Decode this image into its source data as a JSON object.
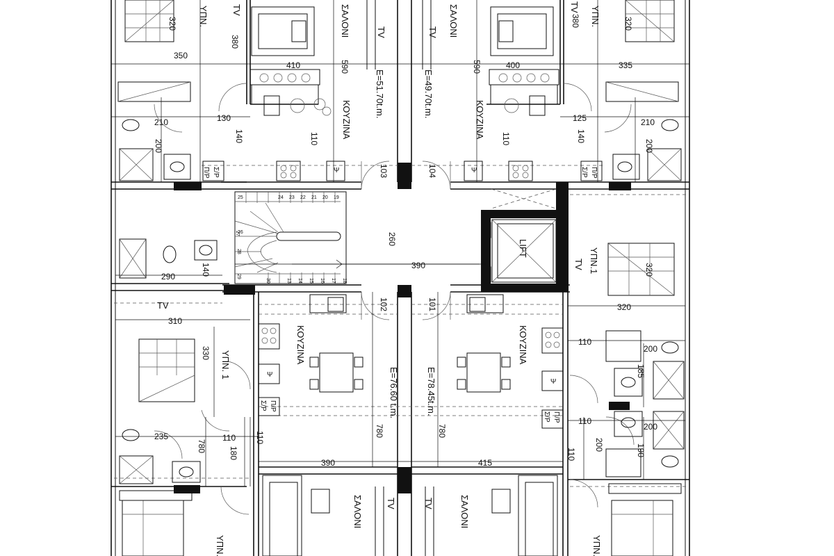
{
  "rooms": {
    "saloni": "ΣΑΛΟΝΙ",
    "kouzina": "ΚΟΥΖΙΝΑ",
    "ypn": "ΥΠΝ.",
    "ypn1": "ΥΠΝ.1",
    "ypn_1": "ΥΠΝ. 1",
    "tv": "TV",
    "lift": "LIFT",
    "pr": "Π/Ρ",
    "sr": "Σ/Ρ",
    "psi": "Ψ"
  },
  "areas": {
    "top_left": "E=51.70t.m.",
    "top_right": "E=49.70t.m.",
    "bottom_left": "E=76.60 t.m.",
    "bottom_right": "E=78.45t.m."
  },
  "dims": {
    "d320": "320",
    "d350": "350",
    "d380": "380",
    "d410": "410",
    "d590": "590",
    "d400": "400",
    "d335": "335",
    "d130": "130",
    "d140": "140",
    "d110": "110",
    "d210": "210",
    "d200": "200",
    "d125": "125",
    "d103": "103",
    "d104": "104",
    "d260": "260",
    "d390": "390",
    "d290": "290",
    "d102": "102",
    "d101": "101",
    "d310": "310",
    "d330": "330",
    "d185": "185",
    "d235": "235",
    "d180": "180",
    "d780": "780",
    "d190": "190",
    "d415": "415"
  },
  "stairs": [
    "19",
    "20",
    "21",
    "22",
    "23",
    "24",
    "25",
    "26",
    "27",
    "28",
    "29",
    "30",
    "13",
    "14",
    "15",
    "16",
    "17",
    "18"
  ]
}
